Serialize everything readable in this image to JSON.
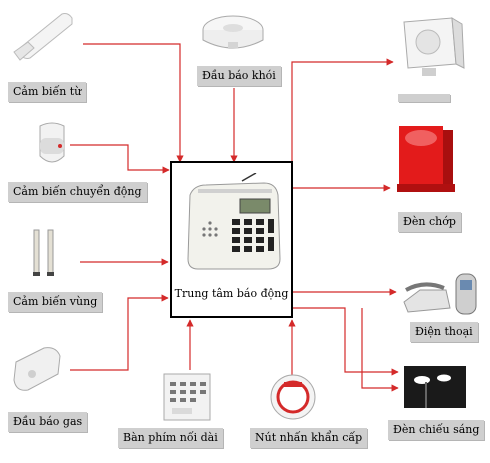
{
  "hub": {
    "label": "Trung tâm báo động"
  },
  "inputs": {
    "magnetic_sensor": "Cảm biến từ",
    "smoke_detector": "Đầu báo khói",
    "motion_sensor": "Cảm biến chuyển động",
    "zone_sensor": "Cảm biến vùng",
    "gas_detector": "Đầu báo gas",
    "extended_keypad": "Bàn phím nối dài",
    "emergency_button": "Nút nhấn khẩn cấp"
  },
  "outputs": {
    "siren": "",
    "strobe_light": "Đèn chớp",
    "phone": "Điện thoại",
    "lighting": "Đèn chiếu sáng"
  },
  "colors": {
    "wire": "#d42a2a",
    "label_bg": "#cfcfcf",
    "hub_border": "#000000"
  }
}
